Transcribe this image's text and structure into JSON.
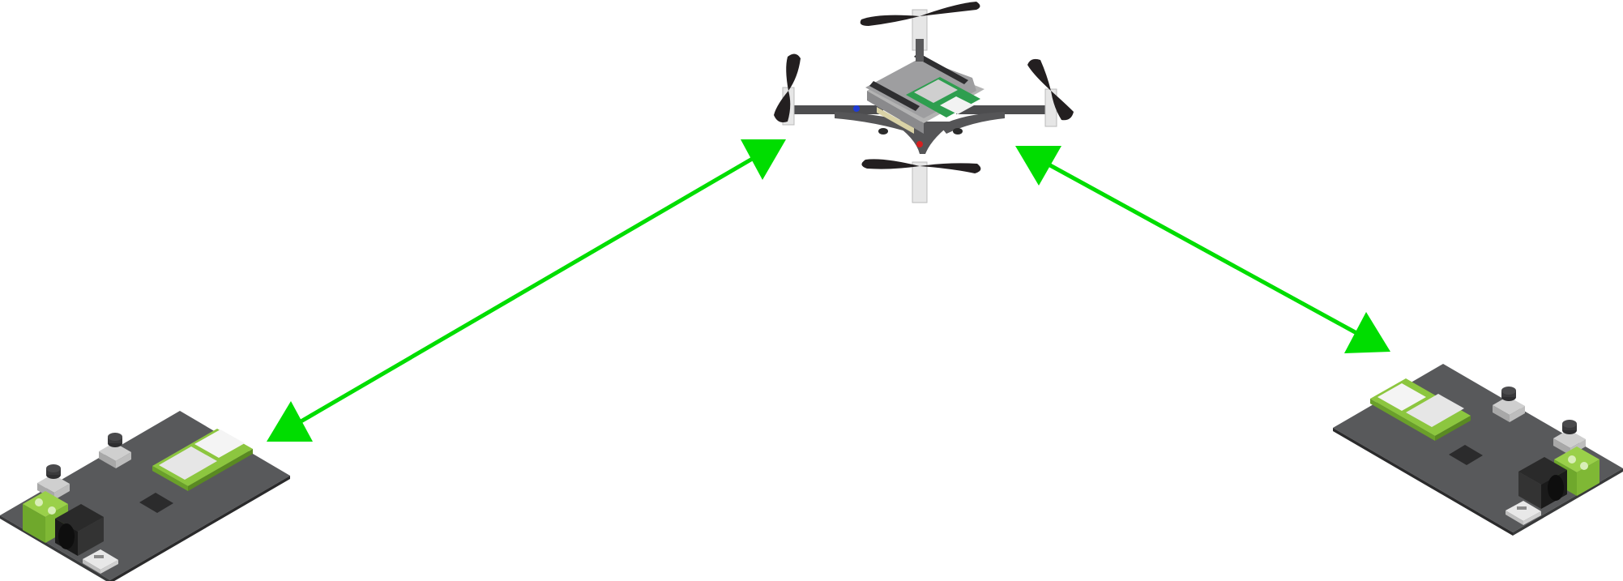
{
  "diagram": {
    "nodes": [
      {
        "id": "drone",
        "kind": "quadcopter",
        "icon": "drone-icon"
      },
      {
        "id": "anchor-left",
        "kind": "circuit-board",
        "icon": "circuit-board-icon"
      },
      {
        "id": "anchor-right",
        "kind": "circuit-board",
        "icon": "circuit-board-icon"
      }
    ],
    "links": [
      {
        "from": "drone",
        "to": "anchor-left",
        "direction": "bidirectional"
      },
      {
        "from": "drone",
        "to": "anchor-right",
        "direction": "bidirectional"
      }
    ],
    "colors": {
      "link": "#00dd00",
      "board": "#58595b",
      "board_edge": "#38393a",
      "module_green": "#8cc63f",
      "module_chip": "#e6e6e6",
      "propeller": "#231f20",
      "frame": "#4d4d4f",
      "motor": "#e8e8e8"
    }
  }
}
